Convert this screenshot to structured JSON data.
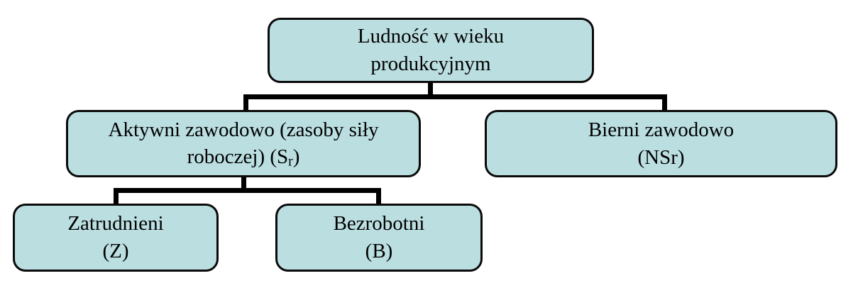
{
  "theme": {
    "box_fill": "#bbdee1",
    "box_border": "#0a0a0a",
    "connector": "#000000",
    "text": "#000000",
    "background": "#ffffff"
  },
  "nodes": {
    "root": {
      "line1": "Ludność w wieku",
      "line2": "produkcyjnym"
    },
    "active": {
      "line1": "Aktywni zawodowo (zasoby siły",
      "line2_pre": "roboczej) (S",
      "line2_sub": "r",
      "line2_post": ")"
    },
    "passive": {
      "line1": "Bierni zawodowo",
      "line2": "(NSr)"
    },
    "employed": {
      "line1": "Zatrudnieni",
      "line2": "(Z)"
    },
    "unemployed": {
      "line1": "Bezrobotni",
      "line2": "(B)"
    }
  }
}
